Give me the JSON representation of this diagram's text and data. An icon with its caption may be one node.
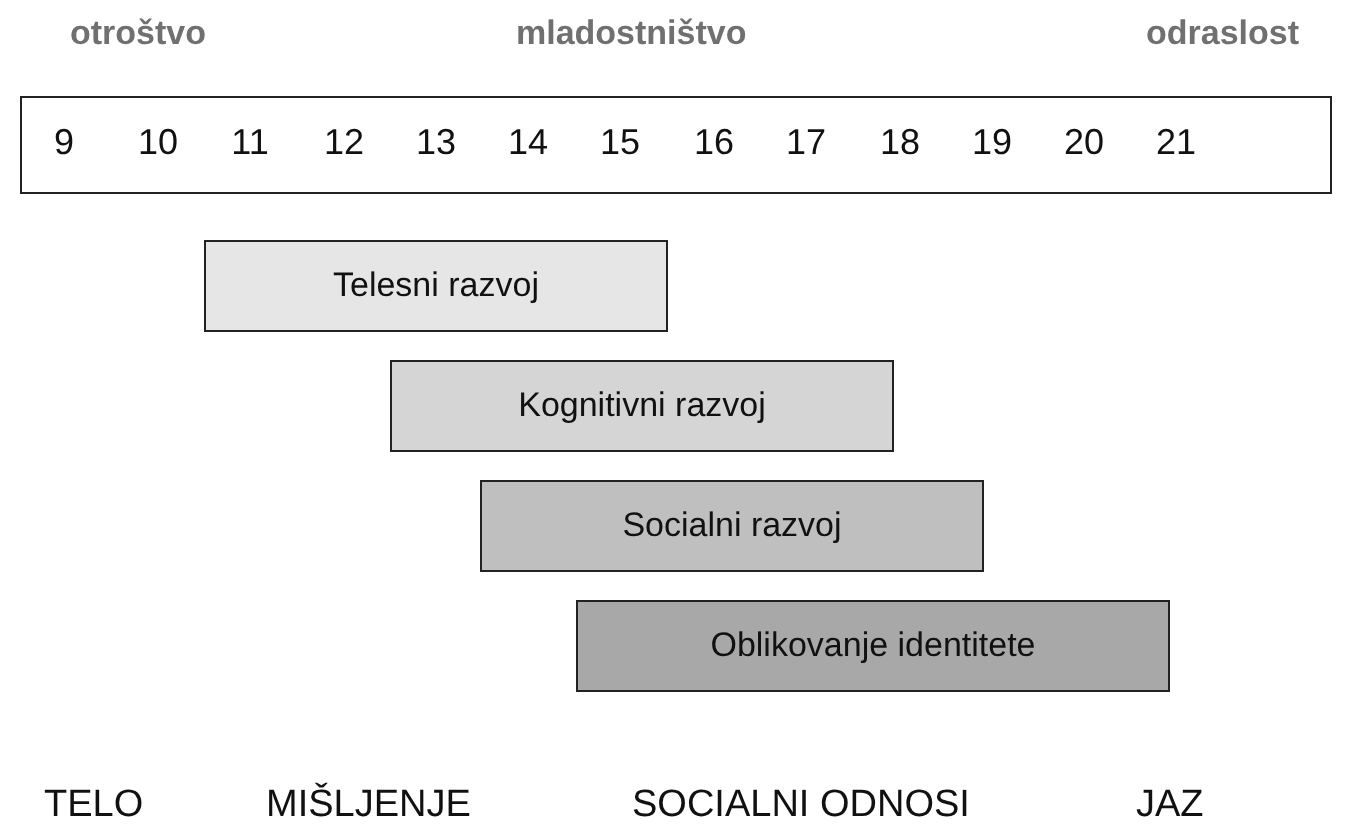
{
  "diagram": {
    "nodes": [
      {
        "text": [
          "9",
          "10",
          "11",
          "12",
          "13",
          "14",
          "15",
          "16",
          "17",
          "18",
          "19",
          "20",
          "21"
        ]
      },
      {
        "text": [
          "Telesni razvoj"
        ]
      },
      {
        "text": [
          "Kognitivni razvoj"
        ]
      },
      {
        "text": [
          "Socialni razvoj"
        ]
      },
      {
        "text": [
          "Oblikovanje identitete"
        ]
      }
    ],
    "edges": [],
    "labels": [
      "otroštvo",
      "mladostništvo",
      "odraslost",
      "TELO",
      "MIŠLJENJE",
      "SOCIALNI ODNOSI",
      "JAZ"
    ]
  }
}
